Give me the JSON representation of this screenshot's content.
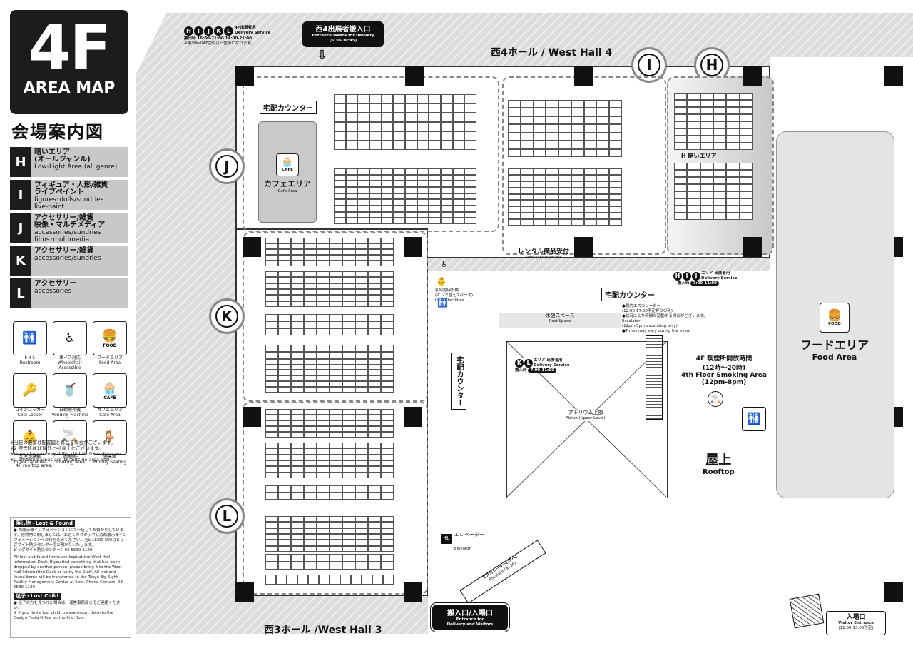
{
  "title": {
    "big": "4F",
    "sub": "AREA MAP",
    "jp": "会場案内図"
  },
  "legend": [
    {
      "key": "H",
      "jp": "暗いエリア",
      "jp2": "(オールジャンル)",
      "en": "Low-Light Area (all genre)"
    },
    {
      "key": "I",
      "jp": "フィギュア・人形/雑貨",
      "jp2": "ライブペイント",
      "en": "figures･dolls/sundries",
      "en2": "live-paint"
    },
    {
      "key": "J",
      "jp": "アクセサリー/雑貨",
      "jp2": "映像・マルチメディア",
      "en": "accessories/sundries",
      "en2": "films･multimedia"
    },
    {
      "key": "K",
      "jp": "アクセサリー/雑貨",
      "en": "accessories/sundries"
    },
    {
      "key": "L",
      "jp": "アクセサリー",
      "en": "accessories"
    }
  ],
  "facilities": [
    {
      "icon": "🚻",
      "jp": "トイレ",
      "en": "Restroom"
    },
    {
      "icon": "♿",
      "jp": "車イス対応",
      "en": "Wheelchair Accessible"
    },
    {
      "icon": "🍔",
      "jp": "フードエリア",
      "en": "Food Area",
      "tag": "FOOD"
    },
    {
      "icon": "🔑",
      "jp": "コインロッカー",
      "en": "Coin Locker"
    },
    {
      "icon": "🥤",
      "jp": "自動販売機",
      "en": "Vending Machine"
    },
    {
      "icon": "🧁",
      "jp": "カフェエリア",
      "en": "Cafe Area",
      "tag": "CAFE"
    },
    {
      "icon": "👶",
      "jp": "乳児用設備",
      "en": "Infant facilities"
    },
    {
      "icon": "🚬",
      "jp": "喫煙所",
      "en": "Smoking Area",
      "mark": "※2"
    },
    {
      "icon": "🪑",
      "jp": "優先席",
      "en": "Priority Seating"
    }
  ],
  "notes": [
    "※当日の配置は配置図と異なる場合がございます。",
    "※2 喫煙所は1F屋外と4F屋上にございます。",
    "※Venue layout may differ slightly from diagram.",
    "※2 Smoking areas are 1F outside area and",
    "4F rooftop area."
  ],
  "lost_found": {
    "title": "落し物・Lost & Found",
    "jp": "● 西展示棟インフォメーションにて一括してお預かりしています。拾得物に関しましては、お近くのスタッフ又は西展示棟インフォメーションへお持ち込みください。当日18:00 以降はビッグサイト防災センターでお預かりいたします。",
    "phone_jp": "ビッグサイト防災センター：03-5530-1129",
    "en": "All lost and found items are kept at the West Hall Information Desk. If you find something that has been dropped by another person, please bring it to the West Hall Information Desk or notify the Staff. All lost and found items will be transferred to the Tokyo Big Sight Facility Management Center at 6pm. Phone Contact: 03-5530-1129"
  },
  "lost_child": {
    "title": "迷子・Lost Child",
    "jp": "● 迷子の方を見つけた場合は、運営事務局までご連絡ください。",
    "en": "※ If you find a lost child, please escort them to the Design Festa Office on the first floor."
  },
  "map": {
    "hall4": "西4ホール / West Hall 4",
    "hall3": "西3ホール /West Hall 3",
    "delivery_top": {
      "keys": [
        "H",
        "I",
        "J",
        "K",
        "L"
      ],
      "jp": "4F出展者用",
      "en": "Delivery Service",
      "times_label": "搬出時",
      "t1": "16:00-21:00",
      "t2": "14:00-21:00",
      "note": "※搬出時の4F受付は一箇所になります。"
    },
    "entrance_w4": {
      "jp": "西4出展者搬入口",
      "en": "Entrance West4 for Delivery",
      "time": "(6:30-10:45)"
    },
    "zones": [
      "H",
      "I",
      "J",
      "K",
      "L"
    ],
    "takuhai1": "宅配カウンター",
    "takuhai2": "宅配カウンター",
    "takuhai3": "宅配カウンター",
    "cafe": {
      "tag": "CAFE",
      "jp": "カフェエリア",
      "en": "Cafe Area"
    },
    "dark_area": "H  暗いエリア",
    "rental": {
      "jp": "レンタル備品受付",
      "en": "Rental Equipment"
    },
    "infant": {
      "jp": "乳幼児用設備",
      "sub": "(オムツ替えスペース)",
      "en": "Infant facilities"
    },
    "rest": {
      "jp": "休憩スペース",
      "en": "Rest Space"
    },
    "escalator_info": {
      "title": "●館内エスカレーター",
      "l1": "(12:00-17:00予定昇りのみ)",
      "l2": "●状況により時間が変動する場合がございます。",
      "l3": "Escalator",
      "l4": "(12pm-5pm ascending only)",
      "l5": "●Times may vary during the event"
    },
    "hij_delivery": {
      "jp": "エリア 出展者用",
      "en": "Delivery Service",
      "label": "搬入時",
      "time": "7:00-11:00"
    },
    "kl_delivery": {
      "jp": "エリア 出展者用",
      "en": "Delivery Service",
      "label": "搬入時",
      "time": "7:00-11:00"
    },
    "atrium": {
      "jp": "アトリウム上部",
      "en": "Atrium(Upper Level)"
    },
    "smoking": {
      "jp": "4F 喫煙所開放時間",
      "jp2": "(12時〜20時)",
      "en": "4th Floor Smoking Area",
      "en2": "(12pm-8pm)"
    },
    "food": {
      "tag": "FOOD",
      "jp": "フードエリア",
      "en": "Food Area"
    },
    "rooftop": {
      "jp": "屋上",
      "en": "Rooftop"
    },
    "elevator": {
      "jp": "エレベーター",
      "en": "Elevator"
    },
    "escalator_2f": "エスカレーター(2Fへ)",
    "escalator_2f_en": "Escalator(To 2F)",
    "entrance_main": {
      "jp": "搬入口/入場口",
      "en1": "Entrance for",
      "en2": "Delivery and Visitors"
    },
    "visitor_entrance": {
      "jp": "入場口",
      "en": "Visitor Entrance",
      "time": "(11:00-13:00予定)"
    }
  }
}
